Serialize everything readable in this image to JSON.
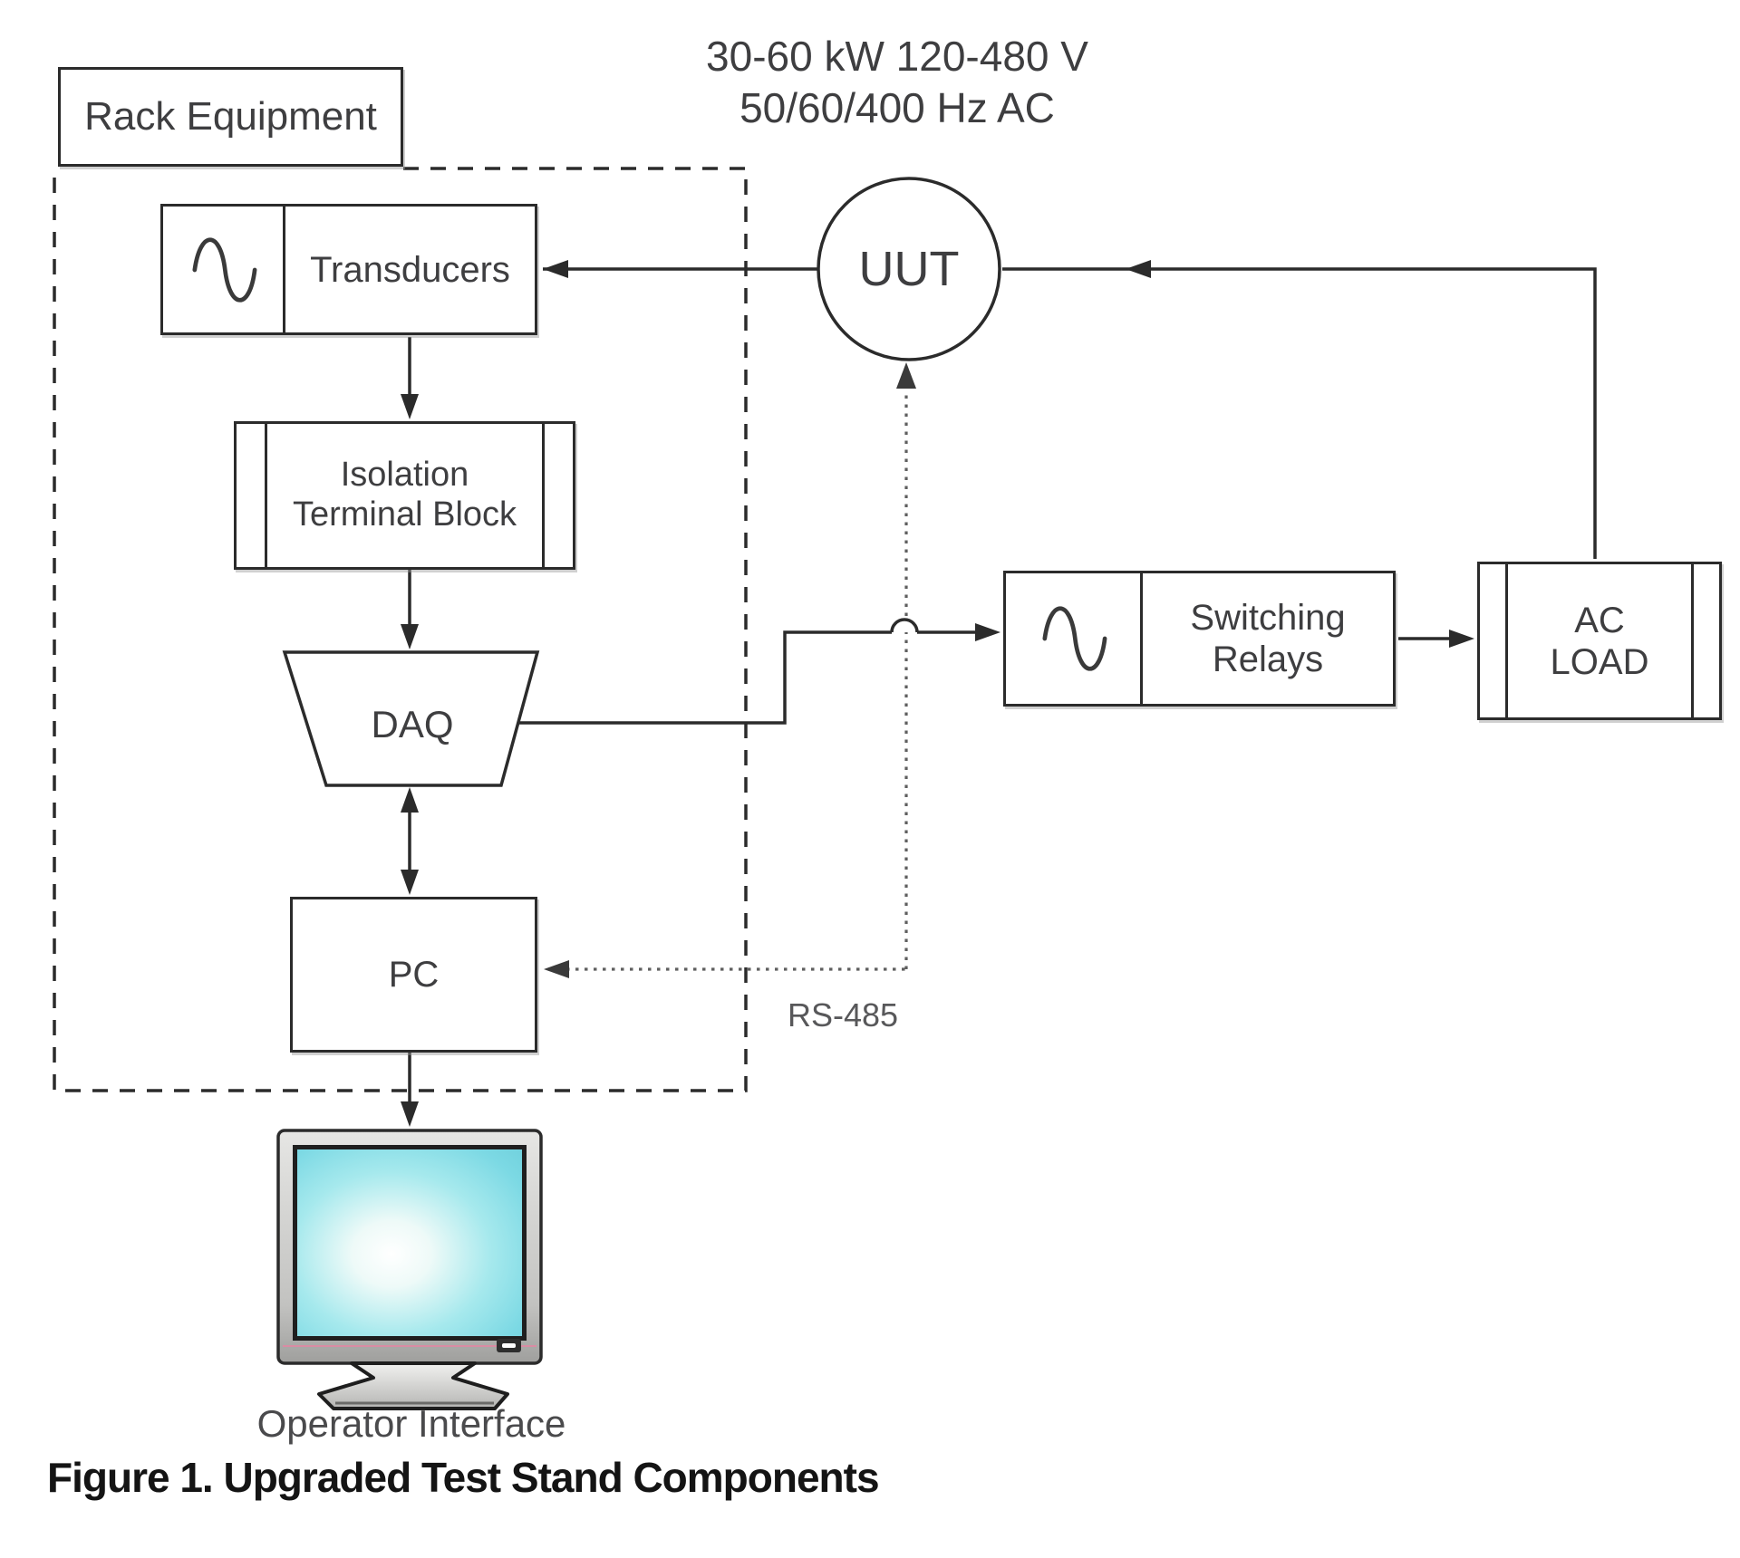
{
  "figure": {
    "power_spec": {
      "line1": "30-60 kW 120-480 V",
      "line2": "50/60/400 Hz AC"
    },
    "rack_label": "Rack Equipment",
    "rs485_label": "RS-485",
    "caption": "Figure 1. Upgraded Test Stand Components"
  },
  "nodes": {
    "transducers": {
      "label": "Transducers",
      "icon": "sine-wave-icon"
    },
    "isolation_terminal_block": {
      "line1": "Isolation",
      "line2": "Terminal Block"
    },
    "daq": {
      "label": "DAQ"
    },
    "pc": {
      "label": "PC"
    },
    "uut": {
      "label": "UUT"
    },
    "switching_relays": {
      "line1": "Switching",
      "line2": "Relays",
      "icon": "sine-wave-icon"
    },
    "ac_load": {
      "line1": "AC",
      "line2": "LOAD"
    },
    "operator_interface": {
      "label": "Operator Interface"
    }
  },
  "colors": {
    "line": "#2b2b2b",
    "text": "#3e3e40",
    "muted_text": "#58585a",
    "caption": "#141414",
    "screen_cyan": "#7cdce6",
    "screen_glow": "#ffffff",
    "bezel": "#c9c9c7",
    "accent_pink": "#d98ca4"
  }
}
